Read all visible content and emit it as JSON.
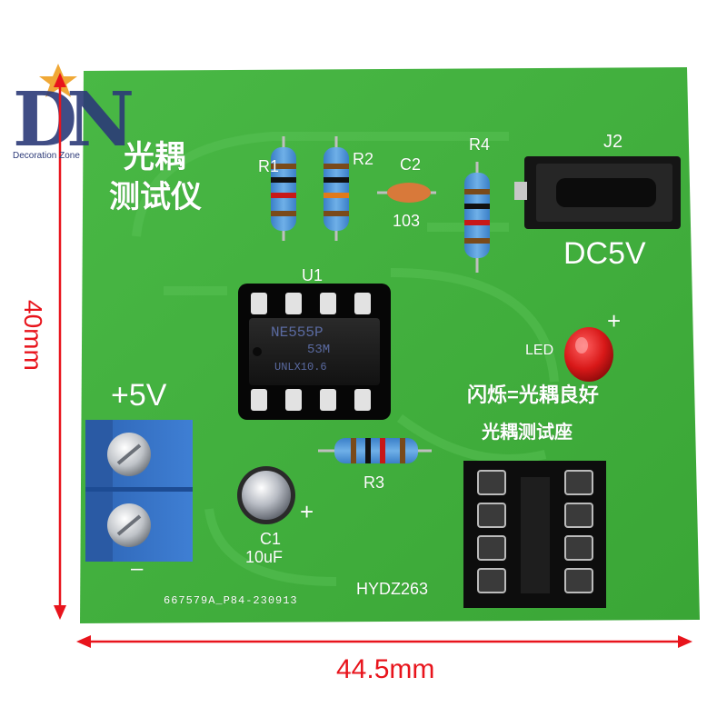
{
  "logo": {
    "monogram": "DN",
    "tagline": "Decoration Zone"
  },
  "board": {
    "title_line1": "光耦",
    "title_line2": "测试仪",
    "power_label": "+5V",
    "minus_label": "–",
    "plus_c1": "+",
    "plus_led": "+",
    "dc_label": "DC5V",
    "j2_label": "J2",
    "r1_label": "R1",
    "r2_label": "R2",
    "r3_label": "R3",
    "r4_label": "R4",
    "c2_label": "C2",
    "c2_value": "103",
    "u1_label": "U1",
    "ic_line1": "NE555P",
    "ic_line2": "53M",
    "ic_line3": "UNLX10.6",
    "c1_label": "C1",
    "c1_value": "10uF",
    "led_label": "LED",
    "blink_note": "闪烁=光耦良好",
    "socket_label": "光耦测试座",
    "model": "HYDZ263",
    "pcb_code": "667579A_P84-230913"
  },
  "dimensions": {
    "height": "40mm",
    "width": "44.5mm"
  },
  "colors": {
    "pcb": "#3fae3c",
    "dimension": "#e8141c",
    "terminal": "#2f6fc0"
  }
}
